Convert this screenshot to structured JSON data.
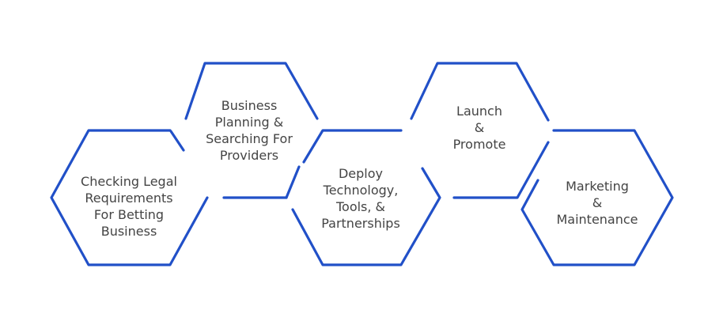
{
  "colors": {
    "hex_outline": "#2150c8",
    "text": "#444444",
    "background": "#ffffff"
  },
  "steps": [
    {
      "id": "legal",
      "lines": [
        "Checking Legal",
        "Requirements",
        "For Betting",
        "Business"
      ]
    },
    {
      "id": "planning",
      "lines": [
        "Business",
        "Planning &",
        "Searching For",
        "Providers"
      ]
    },
    {
      "id": "deploy",
      "lines": [
        "Deploy",
        "Technology,",
        "Tools, &",
        "Partnerships"
      ]
    },
    {
      "id": "launch",
      "lines": [
        "Launch",
        "&",
        "Promote"
      ]
    },
    {
      "id": "marketing",
      "lines": [
        "Marketing",
        "&",
        "Maintenance"
      ]
    }
  ]
}
